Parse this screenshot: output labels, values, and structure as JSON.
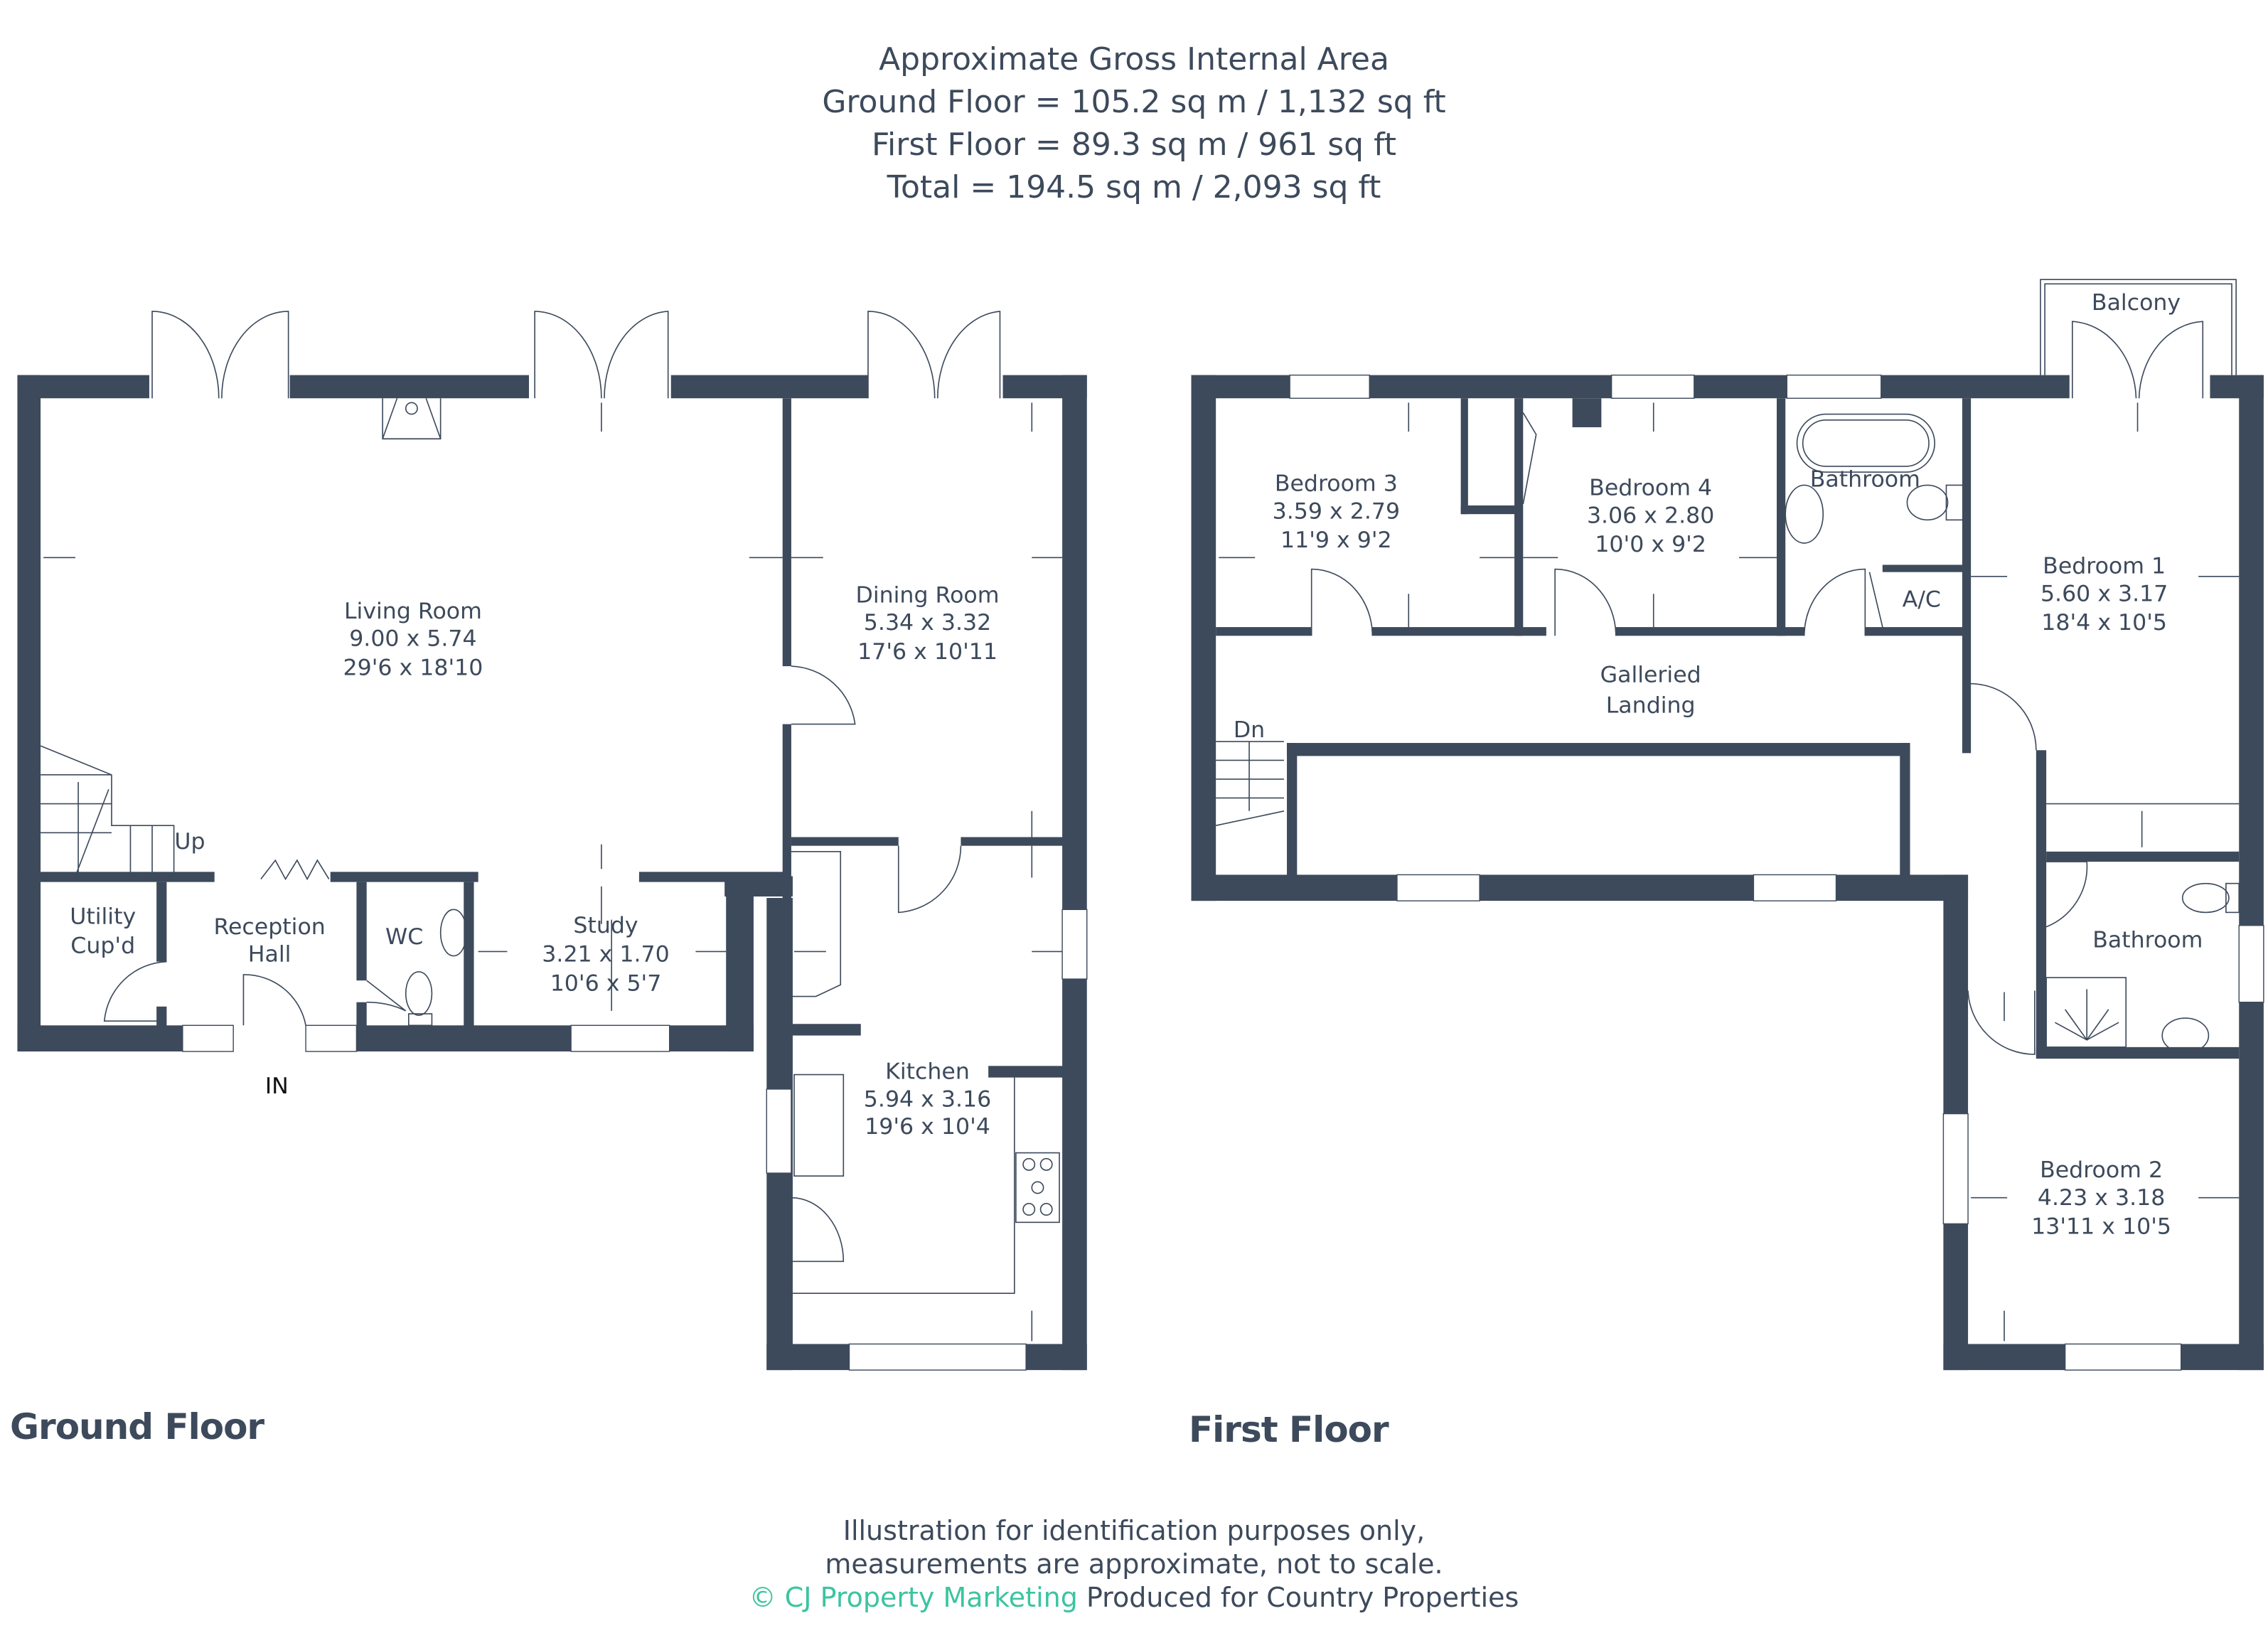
{
  "header": {
    "title": "Approximate Gross Internal Area",
    "ground_floor_area": "Ground Floor = 105.2 sq m / 1,132 sq ft",
    "first_floor_area": "First Floor = 89.3 sq m / 961 sq ft",
    "total_area": "Total = 194.5 sq m / 2,093 sq ft"
  },
  "ground_floor": {
    "label": "Ground Floor",
    "entrance_label": "IN",
    "stairs_label": "Up",
    "rooms": [
      {
        "name": "Living Room",
        "metric": "9.00 x 5.74",
        "imperial": "29'6 x 18'10"
      },
      {
        "name": "Dining Room",
        "metric": "5.34 x 3.32",
        "imperial": "17'6 x 10'11"
      },
      {
        "name": "Kitchen",
        "metric": "5.94 x 3.16",
        "imperial": "19'6 x 10'4"
      },
      {
        "name": "Study",
        "metric": "3.21 x 1.70",
        "imperial": "10'6 x 5'7"
      },
      {
        "name_line1": "Reception",
        "name_line2": "Hall"
      },
      {
        "name_line1": "Utility",
        "name_line2": "Cup'd"
      },
      {
        "name": "WC"
      }
    ]
  },
  "first_floor": {
    "label": "First Floor",
    "stairs_label": "Dn",
    "rooms": [
      {
        "name": "Bedroom 1",
        "metric": "5.60 x 3.17",
        "imperial": "18'4 x 10'5"
      },
      {
        "name": "Bedroom 2",
        "metric": "4.23 x 3.18",
        "imperial": "13'11 x 10'5"
      },
      {
        "name": "Bedroom 3",
        "metric": "3.59 x 2.79",
        "imperial": "11'9 x 9'2"
      },
      {
        "name": "Bedroom 4",
        "metric": "3.06 x 2.80",
        "imperial": "10'0 x 9'2"
      },
      {
        "name": "Bathroom"
      },
      {
        "name": "Bathroom"
      },
      {
        "name": "A/C"
      },
      {
        "name": "Balcony"
      },
      {
        "name_line1": "Galleried",
        "name_line2": "Landing"
      }
    ]
  },
  "footer": {
    "line1": "Illustration for identification purposes only,",
    "line2": "measurements are approximate, not to scale.",
    "brand": "© CJ Property Marketing",
    "produced_for": "Produced for Country Properties"
  },
  "colors": {
    "wall": "#3d4a5c",
    "text": "#3d4a5c",
    "brand": "#3cc4a0",
    "background": "#ffffff"
  }
}
